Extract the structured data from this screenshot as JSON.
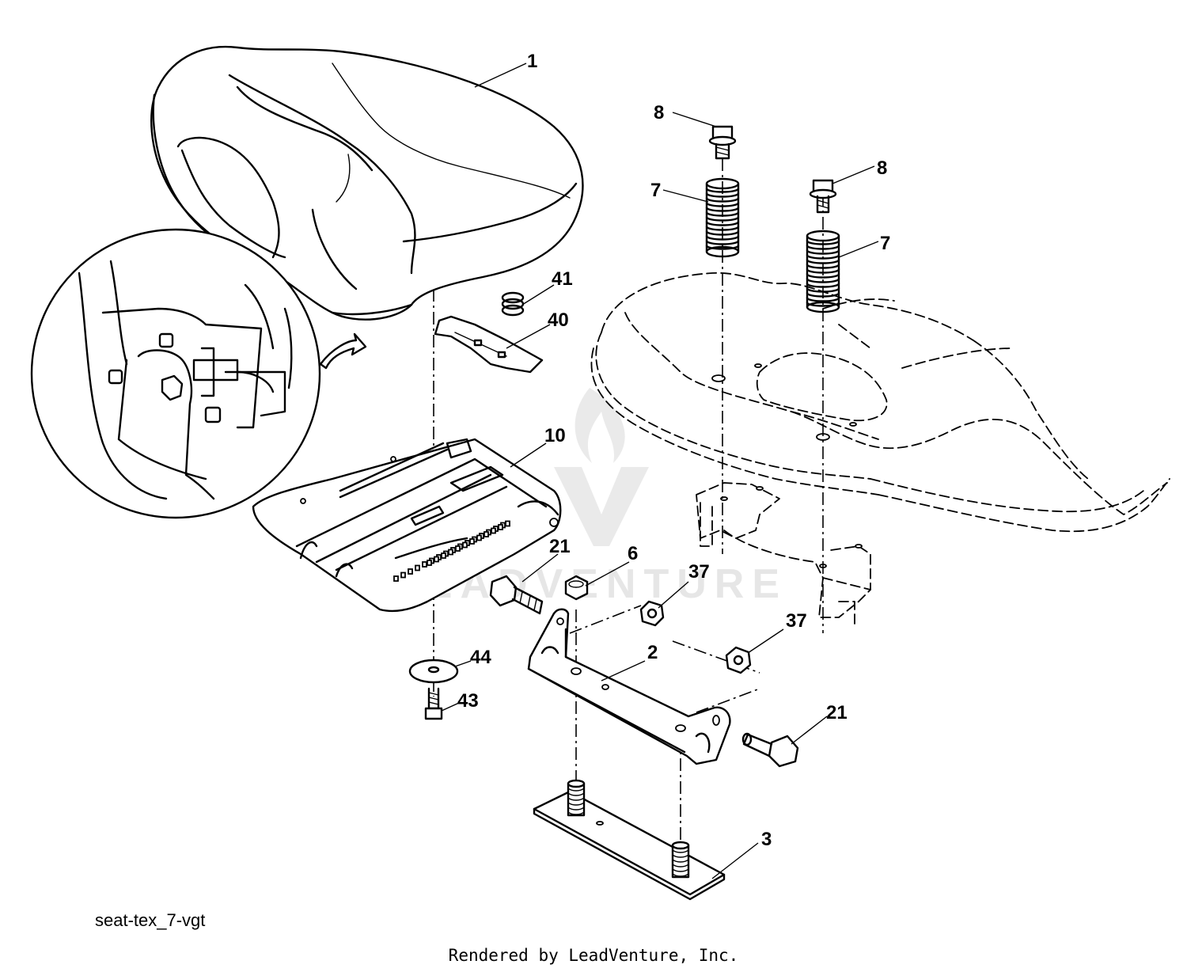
{
  "diagram": {
    "callouts": [
      {
        "id": "1",
        "label": "1"
      },
      {
        "id": "8a",
        "label": "8"
      },
      {
        "id": "8b",
        "label": "8"
      },
      {
        "id": "7a",
        "label": "7"
      },
      {
        "id": "7b",
        "label": "7"
      },
      {
        "id": "41",
        "label": "41"
      },
      {
        "id": "40",
        "label": "40"
      },
      {
        "id": "10",
        "label": "10"
      },
      {
        "id": "21a",
        "label": "21"
      },
      {
        "id": "6",
        "label": "6"
      },
      {
        "id": "37a",
        "label": "37"
      },
      {
        "id": "37b",
        "label": "37"
      },
      {
        "id": "2",
        "label": "2"
      },
      {
        "id": "44",
        "label": "44"
      },
      {
        "id": "43",
        "label": "43"
      },
      {
        "id": "21b",
        "label": "21"
      },
      {
        "id": "3",
        "label": "3"
      }
    ],
    "diagram_code": "seat-tex_7-vgt",
    "watermark_text": "LEADVENTURE"
  },
  "footer": {
    "rendered_by": "Rendered by LeadVenture, Inc."
  }
}
